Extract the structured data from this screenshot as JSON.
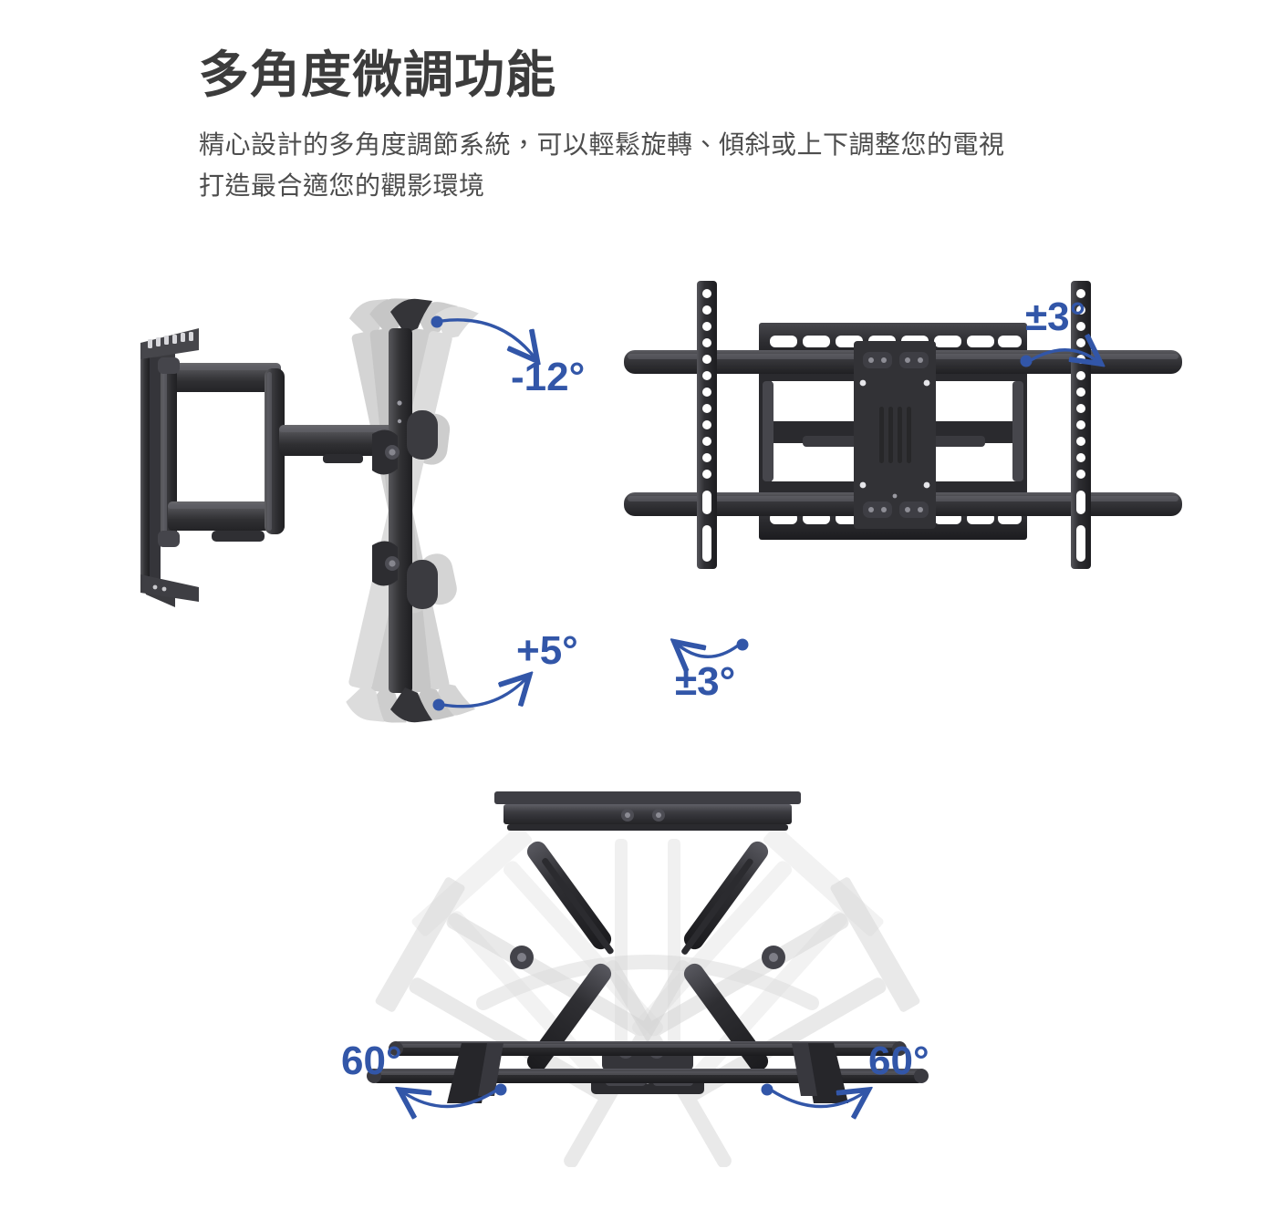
{
  "header": {
    "title": "多角度微調功能",
    "subtitle_line1": "精心設計的多角度調節系統，可以輕鬆旋轉、傾斜或上下調整您的電視",
    "subtitle_line2": "打造最合適您的觀影環境"
  },
  "colors": {
    "accent_blue": "#3256a8",
    "title_gray": "#3c3c3c",
    "body_gray": "#4d4d4d",
    "hardware_dark": "#2e2e30",
    "hardware_mid": "#4a4a4d",
    "ghost_gray": "#d2d2d2",
    "background": "#ffffff"
  },
  "figures": {
    "tilt": {
      "name": "side-view-articulating-arm",
      "description": "側視圖：全動式懸臂支架與俯仰角度示意"
    },
    "level": {
      "name": "front-view-mount-assembly",
      "description": "正視圖：壁掛板、橫樑與VESA直立軌"
    },
    "swivel": {
      "name": "top-view-swivel-mechanism",
      "description": "俯視圖：剪刀式雙臂左右旋轉示意"
    }
  },
  "angles": {
    "tilt_down": "-12°",
    "tilt_up": "+5°",
    "roll_top": "±3°",
    "roll_bottom": "±3°",
    "swivel_left": "60°",
    "swivel_right": "60°"
  }
}
